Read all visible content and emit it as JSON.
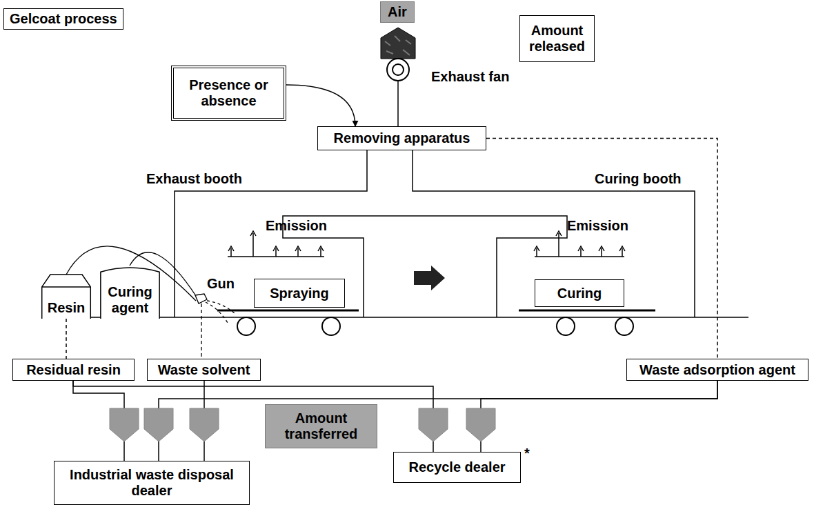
{
  "diagram": {
    "title": "Gelcoat process",
    "nodes": [
      {
        "text": [
          "Air"
        ]
      },
      {
        "text": [
          "Amount released"
        ]
      },
      {
        "text": [
          "Presence or absence"
        ]
      },
      {
        "text": [
          "Removing apparatus"
        ]
      },
      {
        "text": [
          "Resin"
        ]
      },
      {
        "text": [
          "Curing agent"
        ]
      },
      {
        "text": [
          "Spraying"
        ]
      },
      {
        "text": [
          "Curing"
        ]
      },
      {
        "text": [
          "Residual resin"
        ]
      },
      {
        "text": [
          "Waste solvent"
        ]
      },
      {
        "text": [
          "Waste adsorption agent"
        ]
      },
      {
        "text": [
          "Amount transferred"
        ]
      },
      {
        "text": [
          "Industrial waste disposal dealer"
        ]
      },
      {
        "text": [
          "Recycle dealer"
        ]
      }
    ],
    "edges": [
      {
        "from": 2,
        "to": 3,
        "arrow": "to"
      },
      {
        "from": 4,
        "to": 8,
        "arrow": "none"
      },
      {
        "from": 3,
        "to": 10,
        "arrow": "none"
      },
      {
        "from": 8,
        "to": 12,
        "arrow": "none"
      },
      {
        "from": 8,
        "to": 13,
        "arrow": "none"
      },
      {
        "from": 9,
        "to": 12,
        "arrow": "none"
      },
      {
        "from": 10,
        "to": 12,
        "arrow": "none"
      },
      {
        "from": 10,
        "to": 13,
        "arrow": "none"
      }
    ],
    "labels": [
      "Exhaust fan",
      "Exhaust booth",
      "Curing booth",
      "Gun",
      "Emission",
      "Emission",
      "*"
    ]
  }
}
